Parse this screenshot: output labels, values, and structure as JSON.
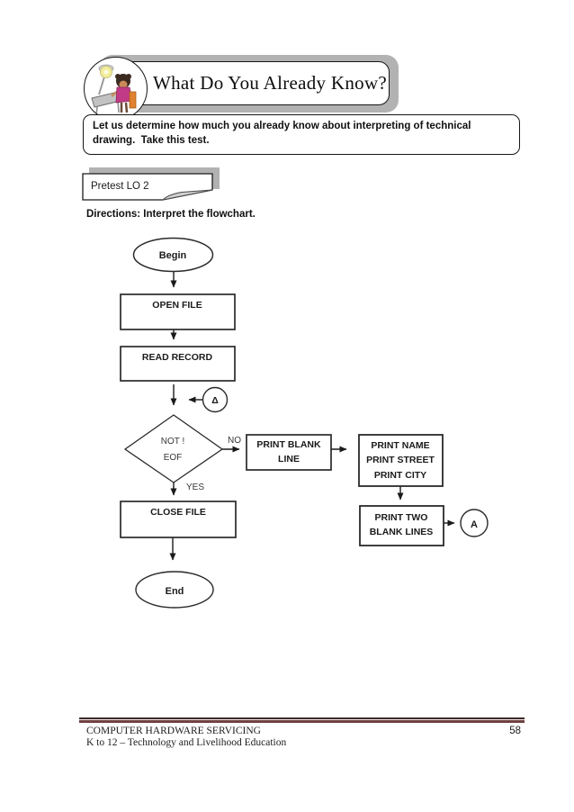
{
  "header": {
    "title": "What Do You Already Know?",
    "icon": "student-studying-at-desk-cartoon-icon"
  },
  "intro": {
    "text": "Let us determine how much you already know about interpreting of technical drawing.  Take this test."
  },
  "pretest": {
    "label": "Pretest LO 2"
  },
  "directions": {
    "text": "Directions: Interpret the flowchart."
  },
  "flowchart": {
    "begin_label": "Begin",
    "open_file_label": "OPEN FILE",
    "read_record_label": "READ RECORD",
    "connector_top_label": "Δ",
    "decision": {
      "line1": "NOT !",
      "line2": "EOF"
    },
    "branch_no_label": "NO",
    "branch_yes_label": "YES",
    "print_blank": {
      "line1": "PRINT BLANK",
      "line2": "LINE"
    },
    "print_name": {
      "line1": "PRINT NAME",
      "line2": "PRINT STREET",
      "line3": "PRINT CITY"
    },
    "print_two": {
      "line1": "PRINT TWO",
      "line2": "BLANK LINES"
    },
    "connector_a_label": "A",
    "close_file_label": "CLOSE FILE",
    "end_label": "End"
  },
  "footer": {
    "course": "COMPUTER HARDWARE SERVICING",
    "page_number": "58",
    "subtitle": "K to 12 – Technology and Livelihood Education"
  },
  "colors": {
    "footer_rule_thin": "#402828",
    "footer_rule_thick": "#6E4142",
    "shadow_gray": "#B2B2B2",
    "cartoon_pink": "#C13A85",
    "cartoon_orange": "#E0812F",
    "bulb_yellow": "#F3EE9F",
    "ink": "#1A1A1A"
  }
}
